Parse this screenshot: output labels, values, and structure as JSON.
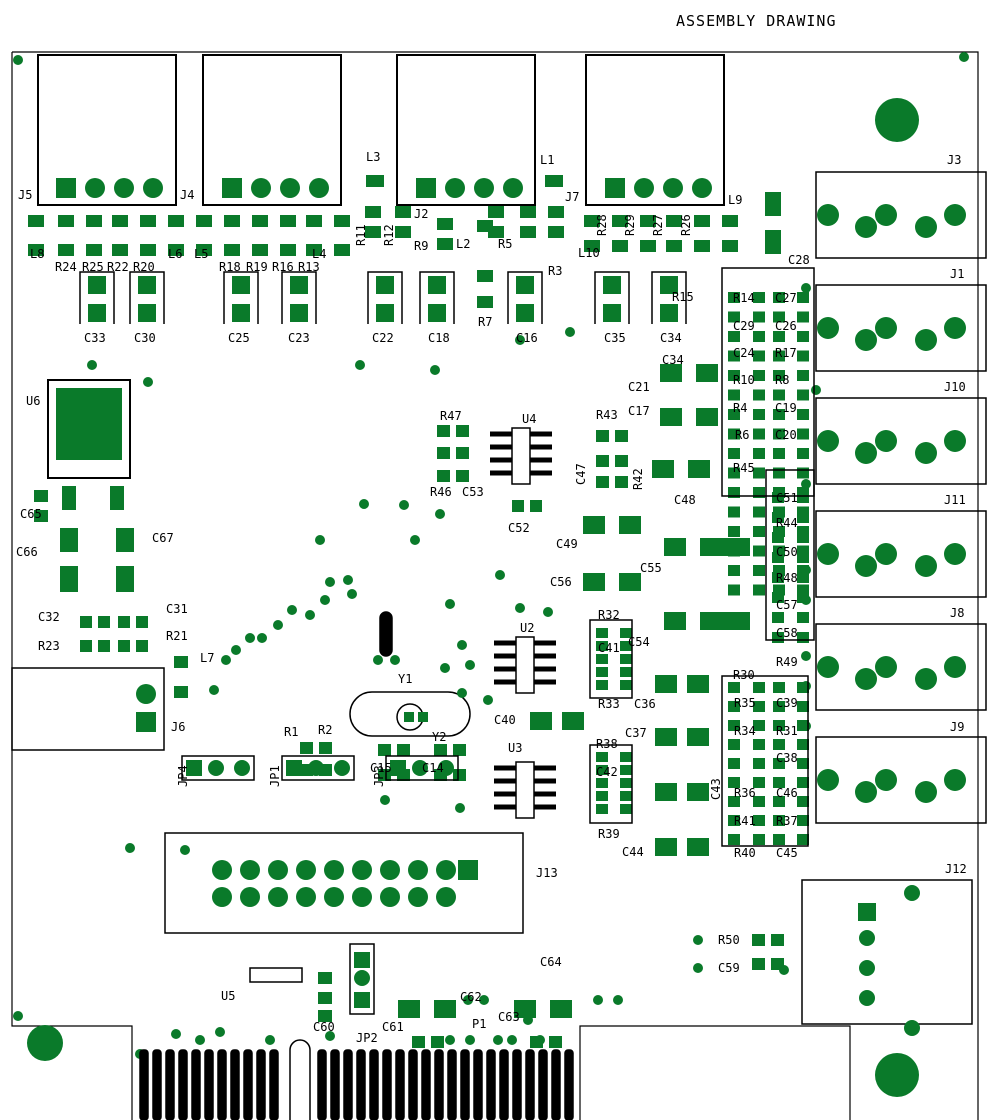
{
  "title": "ASSEMBLY DRAWING",
  "colors": {
    "pad": "#0a7a2a",
    "outline": "#000000",
    "background": "#ffffff"
  },
  "connectors_right": [
    "J3",
    "J1",
    "J10",
    "J11",
    "J8",
    "J9"
  ],
  "other_connectors": [
    "J5",
    "J4",
    "J2",
    "J7",
    "J6",
    "J12",
    "J13"
  ],
  "ic": [
    "U6",
    "U4",
    "U2",
    "U3",
    "U5"
  ],
  "crystals": [
    "Y1",
    "Y2"
  ],
  "jumpers": [
    "JP4",
    "JP1",
    "JP3",
    "JP2"
  ],
  "edge": "P1",
  "labels": {
    "resistors": [
      "R24",
      "R25",
      "R22",
      "R20",
      "R18",
      "R19",
      "R16",
      "R13",
      "R11",
      "R12",
      "R9",
      "R5",
      "R3",
      "R7",
      "R28",
      "R29",
      "R27",
      "R26",
      "R15",
      "R14",
      "R17",
      "R10",
      "R8",
      "R4",
      "R6",
      "R45",
      "R44",
      "R48",
      "R49",
      "R47",
      "R46",
      "R43",
      "R42",
      "R32",
      "R33",
      "R30",
      "R35",
      "R34",
      "R31",
      "R38",
      "R39",
      "R36",
      "R41",
      "R37",
      "R40",
      "R23",
      "R21",
      "R1",
      "R2",
      "R50"
    ],
    "capacitors": [
      "C33",
      "C30",
      "C25",
      "C23",
      "C22",
      "C18",
      "C16",
      "C35",
      "C34",
      "C28",
      "C27",
      "C29",
      "C26",
      "C24",
      "C21",
      "C17",
      "C19",
      "C20",
      "C48",
      "C51",
      "C50",
      "C57",
      "C58",
      "C53",
      "C47",
      "C52",
      "C49",
      "C56",
      "C55",
      "C54",
      "C41",
      "C36",
      "C39",
      "C37",
      "C43",
      "C38",
      "C46",
      "C45",
      "C40",
      "C42",
      "C44",
      "C65",
      "C66",
      "C67",
      "C32",
      "C31",
      "C15",
      "C14",
      "C62",
      "C64",
      "C61",
      "C63",
      "C60",
      "C59"
    ],
    "inductors": [
      "L8",
      "L6",
      "L5",
      "L4",
      "L3",
      "L2",
      "L1",
      "L10",
      "L9",
      "L7"
    ]
  }
}
